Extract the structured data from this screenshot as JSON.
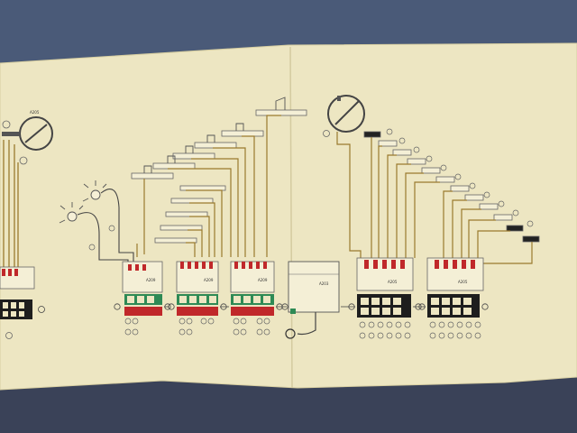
{
  "scene": {
    "kind": "photo of a folded paper wiring/installation diagram",
    "colors": {
      "background": "#4a5a78",
      "paper": "#ede6c2",
      "wire": "#9a7a2e",
      "red": "#c0282a",
      "green": "#2e8a55",
      "dark": "#1e1e1e"
    }
  },
  "module_labels": [
    "A209",
    "A209",
    "A209",
    "A203",
    "A205",
    "A205"
  ],
  "top_labels": [
    "A205"
  ]
}
